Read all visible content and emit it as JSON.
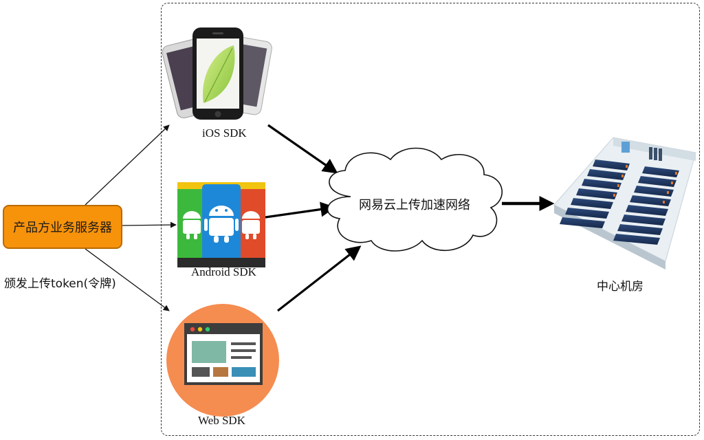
{
  "server": {
    "label": "产品方业务服务器"
  },
  "token_label": "颁发上传token(令牌)",
  "sdks": {
    "ios": "iOS SDK",
    "android": "Android SDK",
    "web": "Web SDK"
  },
  "cloud": {
    "label": "网易云上传加速网络"
  },
  "datacenter": {
    "label": "中心机房"
  },
  "colors": {
    "server_fill": "#f7920b",
    "web_circle": "#f58c50",
    "android_green": "#3cb93c",
    "android_blue": "#1e88d8",
    "android_red": "#e04b2a"
  }
}
